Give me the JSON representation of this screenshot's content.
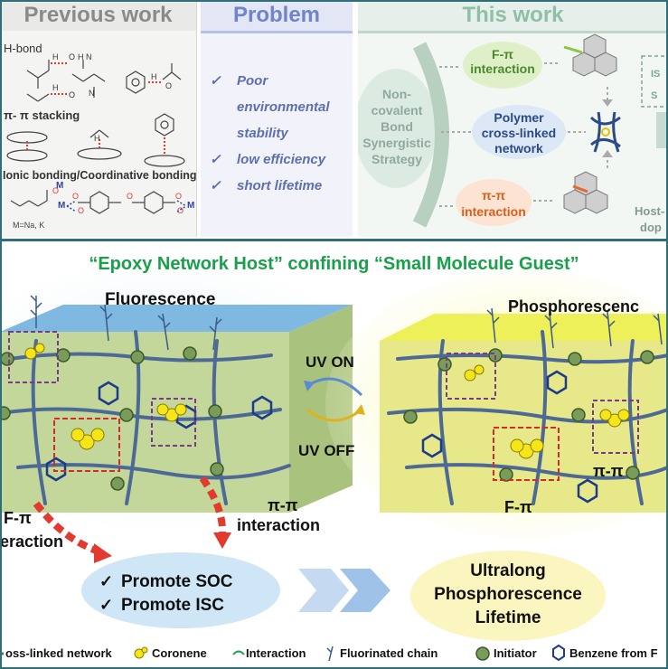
{
  "top": {
    "previous": {
      "header": "Previous work",
      "h_bond": "H-bond",
      "pi_stacking": "π- π stacking",
      "ionic": "Ionic bonding/Coordinative bonding",
      "metal_note": "M=Na, K",
      "m_plus": "M",
      "m_left": "M",
      "m_right": "M"
    },
    "problem": {
      "header": "Problem",
      "items": [
        "Poor",
        "environmental",
        "stability",
        "low efficiency",
        "short lifetime"
      ]
    },
    "thiswork": {
      "header": "This work",
      "strategy": [
        "Non-",
        "covalent",
        "Bond",
        "Synergistic",
        "Strategy"
      ],
      "f_pi": [
        "F-π",
        "interaction"
      ],
      "polymer": [
        "Polymer",
        "cross-linked",
        "network"
      ],
      "pi_pi": [
        "π-π",
        "interaction"
      ],
      "host_guest": [
        "Host-",
        "dop"
      ],
      "clipped_labels": [
        "IS",
        "S"
      ]
    }
  },
  "bottom": {
    "title": "“Epoxy Network Host” confining “Small Molecule Guest”",
    "fluorescence": "Fluorescence",
    "phosphorescence": "Phosphorescenc",
    "uv_on": "UV ON",
    "uv_off": "UV OFF",
    "f_pi_left": [
      "F-π",
      "eraction"
    ],
    "pi_pi_left": [
      "π-π",
      "interaction"
    ],
    "f_pi_right": "F-π",
    "pi_pi_right": "π-π",
    "promote": [
      "Promote SOC",
      "Promote ISC"
    ],
    "ultralong": [
      "Ultralong",
      "Phosphorescence",
      "Lifetime"
    ]
  },
  "legend": {
    "items": [
      "oss-linked network",
      "Coronene",
      "Interaction",
      "Fluorinated chain",
      "Initiator",
      "Benzene from F"
    ]
  },
  "colors": {
    "title_green": "#1aa04a",
    "header_gray": "#8a8a8a",
    "header_blue": "#6f84c9",
    "header_green": "#8fbfa8",
    "arrow_red": "#e23a2e",
    "border_teal": "#2f6f7a"
  }
}
